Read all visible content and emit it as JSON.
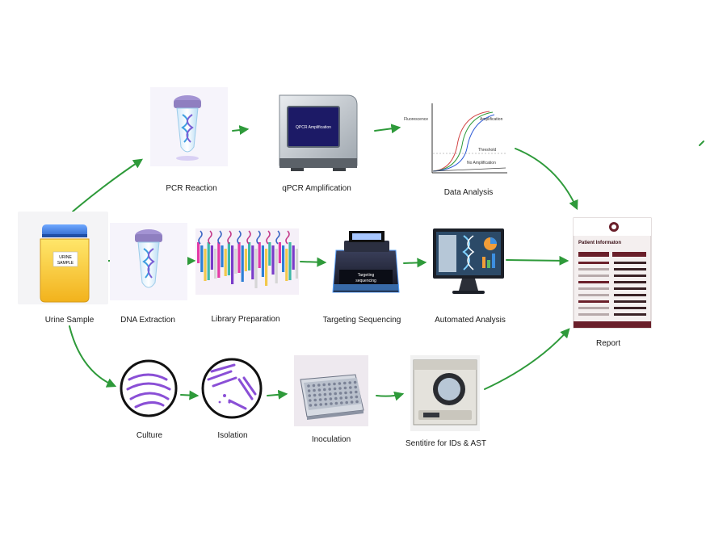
{
  "steps": {
    "urine": "Urine Sample",
    "pcr": "PCR Reaction",
    "qpcr": "qPCR Amplification",
    "data": "Data Analysis",
    "dna": "DNA Extraction",
    "library": "Library Preparation",
    "seq": "Targeting Sequencing",
    "auto": "Automated Analysis",
    "report": "Report",
    "culture": "Culture",
    "isolation": "Isolation",
    "inoculation": "Inoculation",
    "sensititre": "Sentitire for IDs & AST"
  },
  "illustrations": {
    "jar_label_line1": "URINE",
    "jar_label_line2": "SAMPLE",
    "qpcr_screen": "QPCR Amplification",
    "chart_ylabel": "Fluorescence",
    "chart_amp": "Amplification",
    "chart_threshold": "Threshold",
    "chart_noamp": "No Amplification",
    "sequencer_screen_line1": "Targeting",
    "sequencer_screen_line2": "sequencing",
    "report_title": "Patient Informaton"
  },
  "colors": {
    "arrow": "#2e9a3a",
    "tube_cap": "#8f7fc0",
    "dna": "#5fb9e8",
    "culture": "#8a4fd6",
    "report_accent": "#6a1f2a"
  }
}
